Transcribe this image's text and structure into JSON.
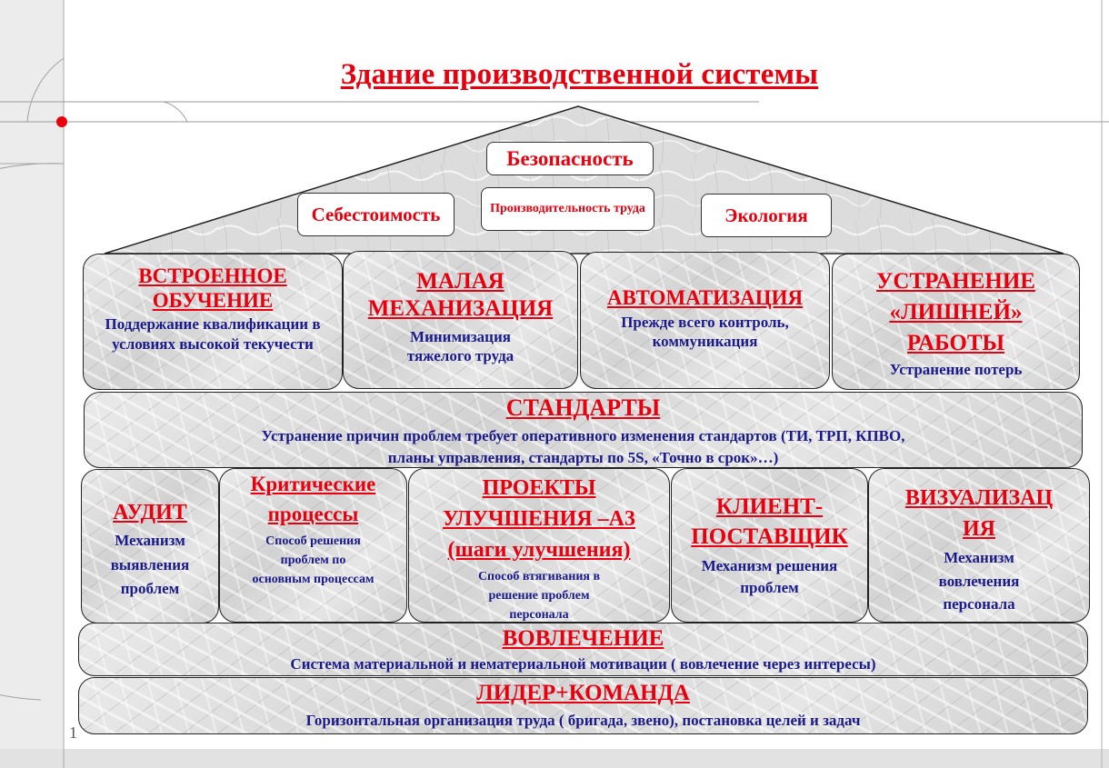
{
  "title": "Здание производственной системы",
  "page_number": "1",
  "roof": {
    "top": "Безопасность",
    "left": "Себестоимость",
    "middle": "Производительность труда",
    "right": "Экология"
  },
  "row1": [
    {
      "heading": "ВСТРОЕННОЕ ОБУЧЕНИЕ",
      "text": "Поддержание квалификации в  условиях высокой текучести"
    },
    {
      "heading": "МАЛАЯ МЕХАНИЗАЦИЯ",
      "text": "Минимизация тяжелого труда"
    },
    {
      "heading": "АВТОМАТИЗАЦИЯ",
      "text": "Прежде всего контроль, коммуникация"
    },
    {
      "heading": "УСТРАНЕНИЕ «ЛИШНЕЙ» РАБОТЫ",
      "text": "Устранение потерь"
    }
  ],
  "standards": {
    "heading": "СТАНДАРТЫ",
    "text": "Устранение причин проблем требует оперативного изменения стандартов (ТИ, ТРП, КПВО, планы управления, стандарты по 5S, «Точно в срок»…)"
  },
  "row2": [
    {
      "heading": "АУДИТ",
      "text": "Механизм выявления проблем"
    },
    {
      "heading": "Критические процессы",
      "text": "Способ решения проблем по основным процессам"
    },
    {
      "heading": "ПРОЕКТЫ УЛУЧШЕНИЯ –А3 (шаги улучшения)",
      "text": "Способ втягивания в решение проблем персонала"
    },
    {
      "heading": "КЛИЕНТ- ПОСТАВЩИК",
      "text": "Механизм решения проблем"
    },
    {
      "heading": "ВИЗУАЛИЗАЦ ИЯ",
      "text": "Механизм вовлечения персонала"
    }
  ],
  "involvement": {
    "heading": "ВОВЛЕЧЕНИЕ",
    "text": "Система материальной и нематериальной мотивации ( вовлечение через интересы)"
  },
  "leader": {
    "heading": "ЛИДЕР+КОМАНДА",
    "text": "Горизонтальная организация труда ( бригада, звено), постановка целей и задач"
  }
}
